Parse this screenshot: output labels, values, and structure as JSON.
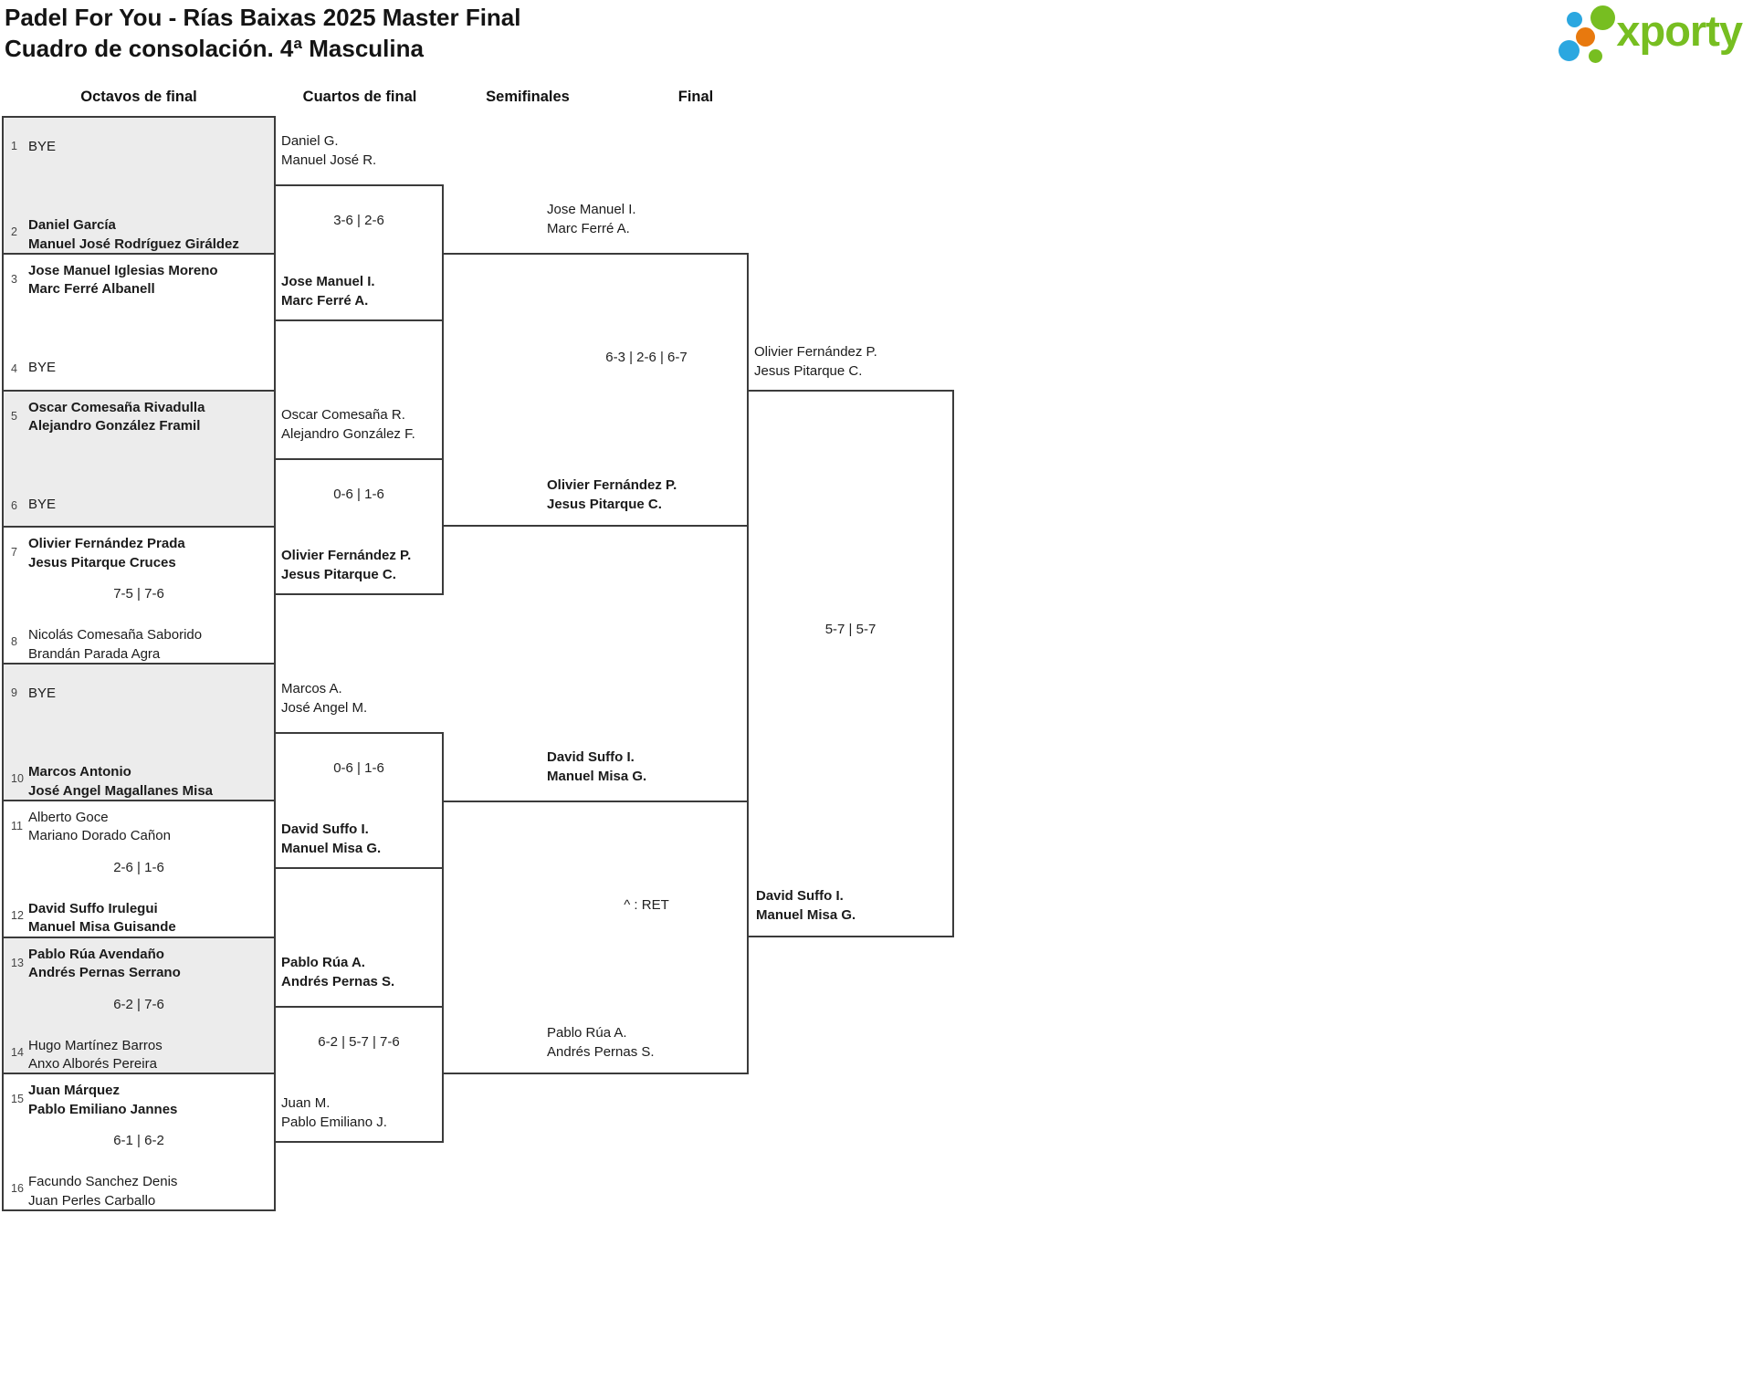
{
  "page": {
    "title_line1": "Padel For You - Rías Baixas 2025 Master Final",
    "title_line2": "Cuadro de consolación. 4ª Masculina",
    "logo_text": "xporty"
  },
  "round_headers": {
    "octavos": "Octavos de final",
    "cuartos": "Cuartos de final",
    "semifinales": "Semifinales",
    "final": "Final"
  },
  "octavos": [
    {
      "seed1": "1",
      "team1": [
        "BYE"
      ],
      "bold1": false,
      "seed2": "2",
      "team2": [
        "Daniel García",
        "Manuel José Rodríguez Giráldez"
      ],
      "bold2": true,
      "score": ""
    },
    {
      "seed1": "3",
      "team1": [
        "Jose Manuel Iglesias Moreno",
        "Marc Ferré Albanell"
      ],
      "bold1": true,
      "seed2": "4",
      "team2": [
        "BYE"
      ],
      "bold2": false,
      "score": ""
    },
    {
      "seed1": "5",
      "team1": [
        "Oscar Comesaña Rivadulla",
        "Alejandro González Framil"
      ],
      "bold1": true,
      "seed2": "6",
      "team2": [
        "BYE"
      ],
      "bold2": false,
      "score": ""
    },
    {
      "seed1": "7",
      "team1": [
        "Olivier Fernández Prada",
        "Jesus Pitarque Cruces"
      ],
      "bold1": true,
      "seed2": "8",
      "team2": [
        "Nicolás Comesaña Saborido",
        "Brandán Parada Agra"
      ],
      "bold2": false,
      "score": "7-5 | 7-6"
    },
    {
      "seed1": "9",
      "team1": [
        "BYE"
      ],
      "bold1": false,
      "seed2": "10",
      "team2": [
        "Marcos Antonio",
        "José Angel Magallanes Misa"
      ],
      "bold2": true,
      "score": ""
    },
    {
      "seed1": "11",
      "team1": [
        "Alberto Goce",
        "Mariano Dorado Cañon"
      ],
      "bold1": false,
      "seed2": "12",
      "team2": [
        "David Suffo Irulegui",
        "Manuel Misa Guisande"
      ],
      "bold2": true,
      "score": "2-6 | 1-6"
    },
    {
      "seed1": "13",
      "team1": [
        "Pablo Rúa Avendaño",
        "Andrés Pernas Serrano"
      ],
      "bold1": true,
      "seed2": "14",
      "team2": [
        "Hugo Martínez Barros",
        "Anxo Alborés Pereira"
      ],
      "bold2": false,
      "score": "6-2 | 7-6"
    },
    {
      "seed1": "15",
      "team1": [
        "Juan Márquez",
        "Pablo Emiliano Jannes"
      ],
      "bold1": true,
      "seed2": "16",
      "team2": [
        "Facundo Sanchez Denis",
        "Juan Perles Carballo"
      ],
      "bold2": false,
      "score": "6-1 | 6-2"
    }
  ],
  "cuartos": [
    {
      "top_team": [
        "Daniel G.",
        "Manuel José R."
      ],
      "top_bold": false,
      "score": "3-6 | 2-6",
      "bottom_team": [
        "Jose Manuel I.",
        "Marc Ferré A."
      ],
      "bottom_bold": true
    },
    {
      "top_team": [
        "Oscar Comesaña R.",
        "Alejandro González F."
      ],
      "top_bold": false,
      "score": "0-6 | 1-6",
      "bottom_team": [
        "Olivier Fernández P.",
        "Jesus Pitarque C."
      ],
      "bottom_bold": true
    },
    {
      "top_team": [
        "Marcos A.",
        "José Angel M."
      ],
      "top_bold": false,
      "score": "0-6 | 1-6",
      "bottom_team": [
        "David Suffo I.",
        "Manuel Misa G."
      ],
      "bottom_bold": true
    },
    {
      "top_team": [
        "Pablo Rúa A.",
        "Andrés Pernas S."
      ],
      "top_bold": true,
      "score": "6-2 | 5-7 | 7-6",
      "bottom_team": [
        "Juan M.",
        "Pablo Emiliano J."
      ],
      "bottom_bold": false
    }
  ],
  "semifinales": [
    {
      "top_team": [
        "Jose Manuel I.",
        "Marc Ferré A."
      ],
      "top_bold": false,
      "score": "6-3 | 2-6 | 6-7",
      "bottom_team": [
        "Olivier Fernández P.",
        "Jesus Pitarque C."
      ],
      "bottom_bold": true
    },
    {
      "top_team": [
        "David Suffo I.",
        "Manuel Misa G."
      ],
      "top_bold": true,
      "score": "^ : RET",
      "bottom_team": [
        "Pablo Rúa A.",
        "Andrés Pernas S."
      ],
      "bottom_bold": false
    }
  ],
  "final": {
    "top_team": [
      "Olivier Fernández P.",
      "Jesus Pitarque C."
    ],
    "top_bold": false,
    "score": "5-7 | 5-7",
    "bottom_team": [
      "David Suffo I.",
      "Manuel Misa G."
    ],
    "bottom_bold": true
  },
  "colors": {
    "brand_green": "#77BE21",
    "brand_blue": "#2BA7E0",
    "brand_orange": "#E8790E",
    "row_shade": "#ececec",
    "line": "#3b3b3b"
  }
}
